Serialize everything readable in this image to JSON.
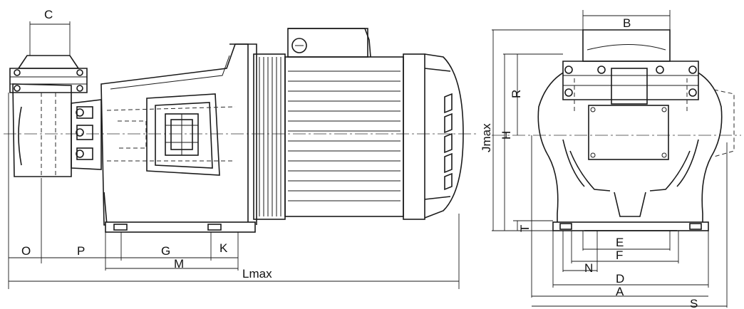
{
  "labels": {
    "C": "C",
    "O": "O",
    "P": "P",
    "G": "G",
    "K": "K",
    "M": "M",
    "Lmax": "Lmax",
    "B": "B",
    "R": "R",
    "H": "H",
    "Jmax": "Jmax",
    "T": "T",
    "E": "E",
    "F": "F",
    "N": "N",
    "D": "D",
    "A": "A",
    "S": "S"
  },
  "colors": {
    "line": "#1a1a1a",
    "background": "#ffffff"
  }
}
